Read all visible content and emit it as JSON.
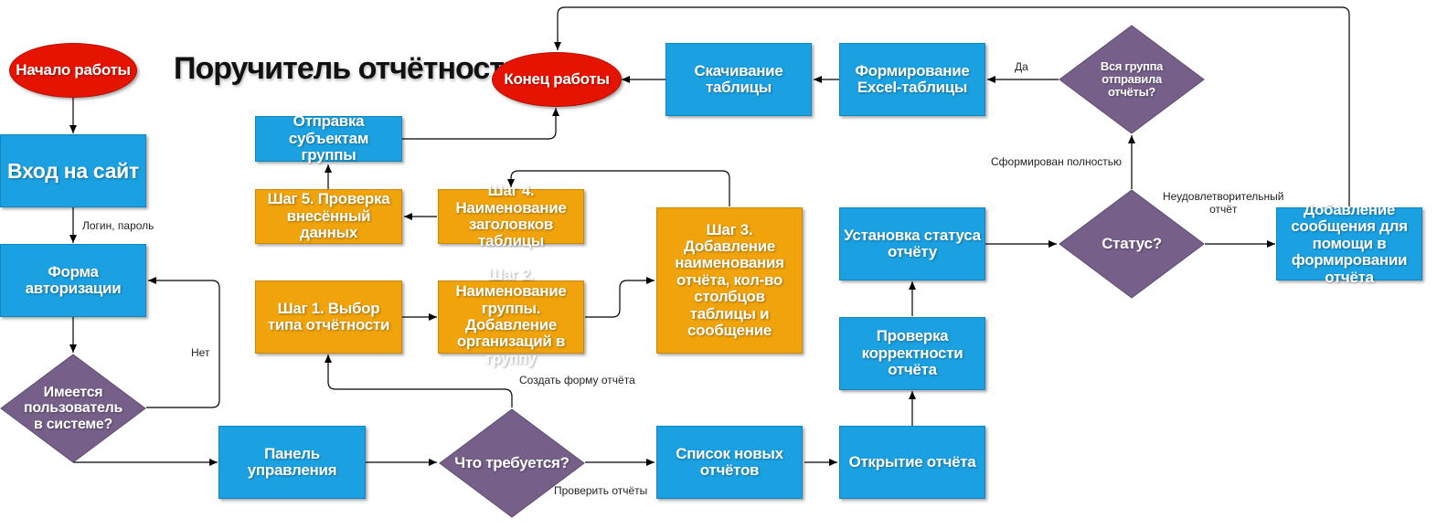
{
  "title": "Поручитель отчётности",
  "nodes": {
    "start": "Начало работы",
    "login_site": "Вход на сайт",
    "auth_form": "Форма авторизации",
    "user_exists": "Имеется пользователь в системе?",
    "control_panel": "Панель управления",
    "what_needed": "Что требуется?",
    "step1": "Шаг 1.  Выбор типа отчётности",
    "step2": "Шаг 2. Наименование группы. Добавление организаций в группу",
    "step3": "Шаг 3. Добавление наименования отчёта, кол-во столбцов таблицы и сообщение",
    "step4": "Шаг 4. Наименование заголовков таблицы",
    "step5": "Шаг 5. Проверка внесённый данных",
    "send_subjects": "Отправка субъектам группы",
    "end": "Конец работы",
    "download_table": "Скачивание таблицы",
    "excel_table": "Формирование Excel-таблицы",
    "all_sent": "Вся группа отправила отчёты?",
    "status": "Статус?",
    "add_message": "Добавление сообщения для помощи в формировании отчёта",
    "set_status": "Установка статуса отчёту",
    "check_report": "Проверка корректности отчёта",
    "open_report": "Открытие отчёта",
    "new_reports": "Список новых отчётов"
  },
  "edge_labels": {
    "login_password": "Логин, пароль",
    "no": "Нет",
    "create_form": "Создать форму отчёта",
    "check_reports": "Проверить отчёты",
    "yes": "Да",
    "formed_fully": "Сформирован полностью",
    "unsatisfactory_1": "Неудовлетворительный",
    "unsatisfactory_2": "отчёт"
  },
  "colors": {
    "blue": "#1ba1e2",
    "orange": "#f0a30a",
    "red": "#e51400",
    "purple": "#76608a"
  }
}
